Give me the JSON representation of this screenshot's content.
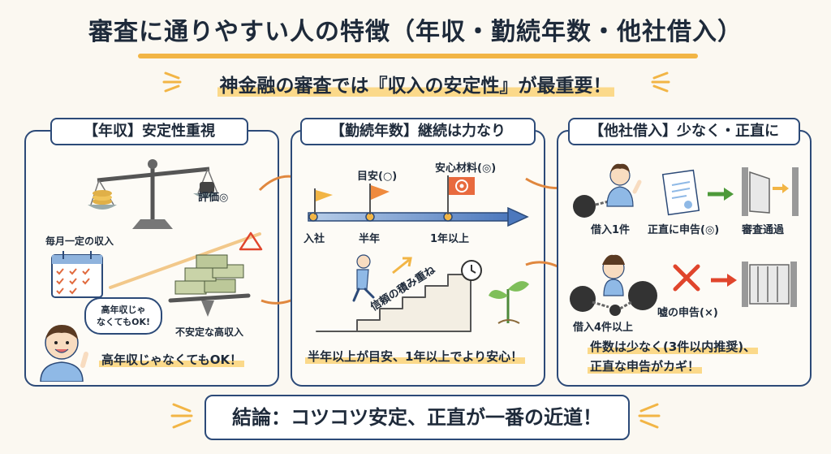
{
  "title": "審査に通りやすい人の特徴（年収・勤続年数・他社借入）",
  "subtitle": "神金融の審査では『収入の安定性』が最重要！",
  "panel1": {
    "header": "【年収】安定性重視",
    "rating_label": "評価◎",
    "steady_income": "毎月一定の収入",
    "unstable_income": "不安定な高収入",
    "bubble_line1": "高年収じゃ",
    "bubble_line2": "なくてもOK!",
    "footer": "高年収じゃなくてもOK！"
  },
  "panel2": {
    "header": "【勤続年数】継続は力なり",
    "flag_guide": "目安(○)",
    "flag_safe": "安心材料(◎)",
    "tick_start": "入社",
    "tick_half": "半年",
    "tick_year": "1年以上",
    "stairs_text": "信頼の積み重ね",
    "footer": "半年以上が目安、1年以上でより安心！"
  },
  "panel3": {
    "header": "【他社借入】少なく・正直に",
    "loan_one": "借入1件",
    "honest": "正直に申告(◎)",
    "pass": "審査通過",
    "loan_many": "借入4件以上",
    "lie": "嘘の申告(×)",
    "footer_line1": "件数は少なく(3件以内推奨)、",
    "footer_line2": "正直な申告がカギ！"
  },
  "conclusion": "結論：コツコツ安定、正直が一番の近道！"
}
